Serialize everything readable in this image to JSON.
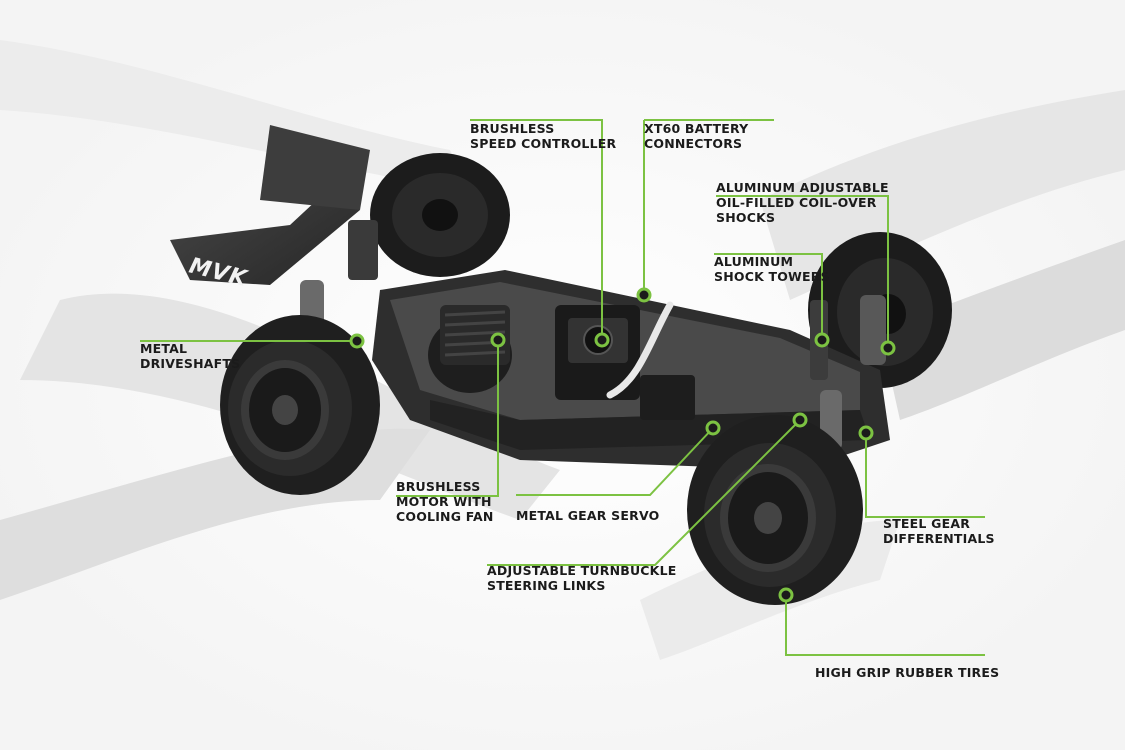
{
  "logo": {
    "text": "MVK"
  },
  "colors": {
    "accent": "#7cc242",
    "label": "#1b1b1b",
    "body": "#3a3a3a",
    "tire": "#1f1f1f",
    "rim": "#2a2a2a",
    "brush": "#d9d9d9"
  },
  "callouts": [
    {
      "id": "speed-controller",
      "lines": [
        "BRUSHLESS",
        "SPEED CONTROLLER"
      ]
    },
    {
      "id": "battery-connectors",
      "lines": [
        "XT60 BATTERY",
        "CONNECTORS"
      ]
    },
    {
      "id": "shocks",
      "lines": [
        "ALUMINUM ADJUSTABLE",
        "OIL-FILLED COIL-OVER",
        "SHOCKS"
      ]
    },
    {
      "id": "shock-towers",
      "lines": [
        "ALUMINUM",
        "SHOCK TOWERS"
      ]
    },
    {
      "id": "driveshafts",
      "lines": [
        "METAL",
        "DRIVESHAFTS"
      ]
    },
    {
      "id": "motor",
      "lines": [
        "BRUSHLESS",
        "MOTOR WITH",
        "COOLING FAN"
      ]
    },
    {
      "id": "servo",
      "lines": [
        "METAL GEAR SERVO"
      ]
    },
    {
      "id": "differentials",
      "lines": [
        "STEEL GEAR",
        "DIFFERENTIALS"
      ]
    },
    {
      "id": "steering-links",
      "lines": [
        "ADJUSTABLE TURNBUCKLE",
        "STEERING LINKS"
      ]
    },
    {
      "id": "tires",
      "lines": [
        "HIGH GRIP RUBBER TIRES"
      ]
    }
  ]
}
